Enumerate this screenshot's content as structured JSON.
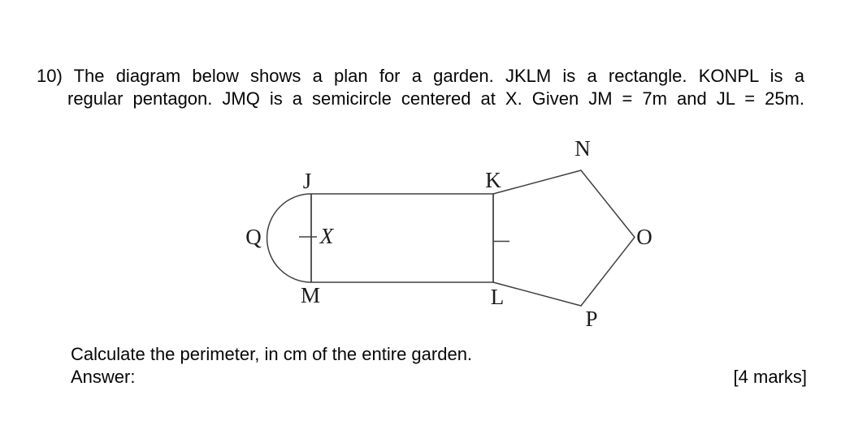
{
  "colors": {
    "background": "#ffffff",
    "text": "#060606",
    "diagram_line": "#414141",
    "diagram_label": "#1c1c1c"
  },
  "question": {
    "number": "10)",
    "lines": [
      "10) The diagram below shows a plan for a garden. JKLM is a rectangle. KONPL is a",
      "regular pentagon. JMQ is a semicircle centered at X. Given JM = 7m and JL = 25m."
    ]
  },
  "diagram": {
    "description": "Garden plan: rectangle JKLM, regular pentagon KONPL on the right, semicircle JMQ centered at X on the left",
    "labels": {
      "J": "J",
      "K": "K",
      "L": "L",
      "M": "M",
      "N": "N",
      "O": "O",
      "P": "P",
      "Q": "Q",
      "X": "X"
    }
  },
  "footer": {
    "instruction": "Calculate the perimeter, in cm of the entire garden.",
    "answer_label": "Answer:",
    "marks": "[4 marks]"
  }
}
